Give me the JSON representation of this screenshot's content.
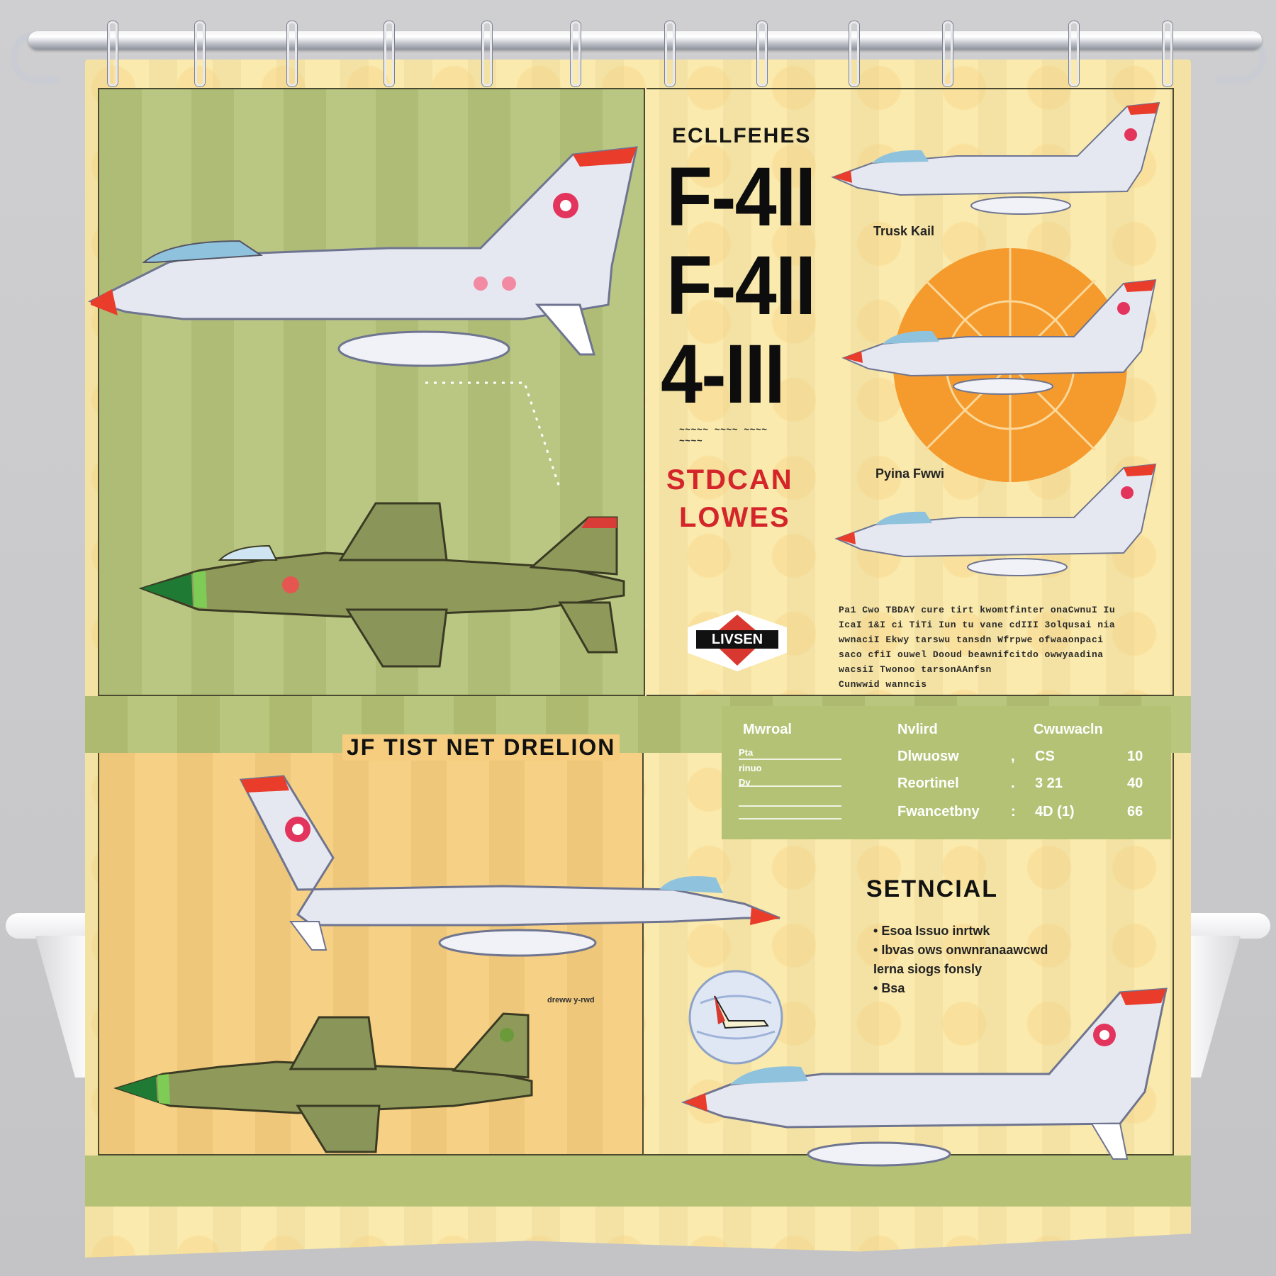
{
  "scene": {
    "description": "Shower curtain printed with fighter jet poster, hanging from chrome rod over white bathtub",
    "colors": {
      "wall": "#c9c9cb",
      "curtain_base": "#fbe9a9",
      "panel_green": "#b6c47b",
      "panel_orange": "#f6cd7e",
      "radar_orange": "#f59a2c",
      "accent_red": "#d3252a",
      "text_dark": "#111111"
    },
    "rings_count": 12
  },
  "poster": {
    "top_right": {
      "small_title": "ECLLFEHES",
      "big_titles": [
        "F-4II",
        "F-4II",
        "4-III"
      ],
      "garbled_subtext": [
        "~~~~~ ~~~~ ~~~~",
        "~~~~"
      ],
      "red_title_line1": "STDCAN",
      "red_title_line2": "LOWES",
      "logo_text": "LIVSEN",
      "caption_top": "Trusk Kail",
      "caption_mid": "Pyina Fwwi",
      "paragraph_lines": [
        "Pa1 Cwo TBDAY cure tirt  kwomtfinter onaCwnuI Iu",
        "IcaI 1&I ci TiTi  Iun  tu  vane  cdIII  3olqusai nia",
        "wwnaciI  Ekwy tarswu  tansdn  Wfrpwe ofwaaonpaci",
        "saco cfiI  ouwel  Dooud  beawnifcitdo  owwyaadina",
        "wacsiI  Twonoo  tarsonAAnfsn",
        "Cunwwid  wanncis"
      ]
    },
    "left_section": {
      "heading": "JF TIST NET DRELION",
      "small_label": "dreww y-rwd"
    },
    "spec_table": {
      "headers": [
        "Mwroal",
        "Nvlird",
        "Cwuwacln"
      ],
      "rows": [
        {
          "label": "Dlwuosw",
          "sep": ",",
          "value": "CS",
          "extra": "10"
        },
        {
          "label": "Reortinel",
          "sep": ".",
          "value": "3 21",
          "extra": "40"
        },
        {
          "label": "Fwancetbny",
          "sep": ":",
          "value": "4D (1)",
          "extra": "66"
        }
      ],
      "left_lines_labels": [
        "Pta",
        "rinuo",
        "Dv"
      ]
    },
    "special": {
      "heading": "SETNCIAL",
      "bullets": [
        "Esoa Issuo inrtwk",
        "Ibvas ows onwnranaawcwd\nIerna siogs fonsly",
        "Bsa"
      ]
    },
    "aircraft": [
      {
        "name": "white-jet-large-top-left",
        "livery": "white/grey with red nose and tail tip"
      },
      {
        "name": "green-jet-mid-left",
        "livery": "olive green with green nose"
      },
      {
        "name": "white-jet-top-right",
        "livery": "white/grey"
      },
      {
        "name": "white-jet-on-radar",
        "livery": "white/grey"
      },
      {
        "name": "white-jet-mid-right",
        "livery": "white/grey"
      },
      {
        "name": "white-jet-lower-mid",
        "livery": "white/grey, facing right"
      },
      {
        "name": "green-jet-lower-left",
        "livery": "olive green"
      },
      {
        "name": "white-jet-bottom-right",
        "livery": "white/grey"
      },
      {
        "name": "globe-emblem",
        "livery": "blue globe with jet"
      }
    ]
  }
}
